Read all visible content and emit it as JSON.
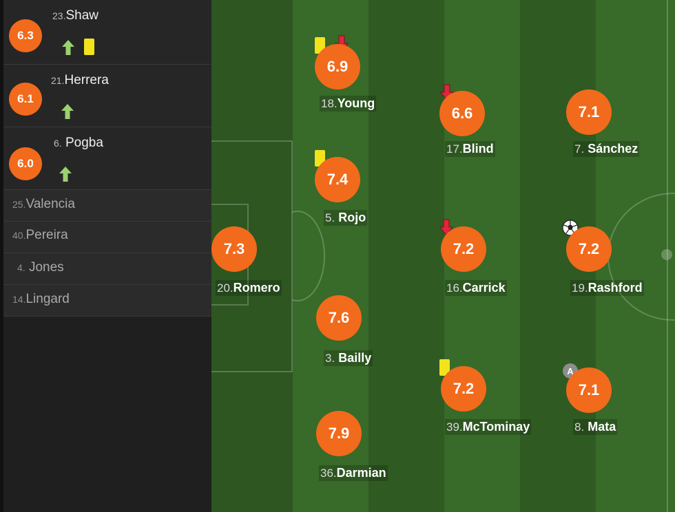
{
  "substitutes_used": [
    {
      "number": "23.",
      "name": "Shaw",
      "rating": "6.3",
      "icons": [
        "sub-on-icon",
        "yellow-card-icon"
      ]
    },
    {
      "number": "21.",
      "name": "Herrera",
      "rating": "6.1",
      "icons": [
        "sub-on-icon"
      ]
    },
    {
      "number": "6.",
      "name": "Pogba",
      "rating": "6.0",
      "icons": [
        "sub-on-icon"
      ]
    }
  ],
  "bench": [
    {
      "number": "25.",
      "name": "Valencia"
    },
    {
      "number": "40.",
      "name": "Pereira"
    },
    {
      "number": "4.",
      "name": "Jones"
    },
    {
      "number": "14.",
      "name": "Lingard"
    }
  ],
  "players": {
    "romero": {
      "number": "20.",
      "name": "Romero",
      "rating": "7.3"
    },
    "young": {
      "number": "18.",
      "name": "Young",
      "rating": "6.9",
      "icons": [
        "yellow-card-icon",
        "sub-off-icon"
      ]
    },
    "rojo": {
      "number": "5.",
      "name": "Rojo",
      "rating": "7.4",
      "icons": [
        "yellow-card-icon"
      ]
    },
    "bailly": {
      "number": "3.",
      "name": "Bailly",
      "rating": "7.6"
    },
    "darmian": {
      "number": "36.",
      "name": "Darmian",
      "rating": "7.9"
    },
    "blind": {
      "number": "17.",
      "name": "Blind",
      "rating": "6.6",
      "icons": [
        "sub-off-icon"
      ]
    },
    "carrick": {
      "number": "16.",
      "name": "Carrick",
      "rating": "7.2",
      "icons": [
        "sub-off-icon"
      ]
    },
    "mctominay": {
      "number": "39.",
      "name": "McTominay",
      "rating": "7.2",
      "icons": [
        "yellow-card-icon"
      ]
    },
    "sanchez": {
      "number": "7.",
      "name": "Sánchez",
      "rating": "7.1"
    },
    "rashford": {
      "number": "19.",
      "name": "Rashford",
      "rating": "7.2",
      "icons": [
        "goal-ball-icon"
      ]
    },
    "mata": {
      "number": "8.",
      "name": "Mata",
      "rating": "7.1",
      "icons": [
        "captain-icon"
      ]
    }
  },
  "captain_badge": "A",
  "colors": {
    "rating_bg": "#f26a1b",
    "pitch_dark": "#2f5a22",
    "pitch_light": "#386a29",
    "yellow_card": "#f4e21c",
    "sub_on_arrow": "#9bd16f",
    "sub_off_arrow": "#e0263a"
  }
}
